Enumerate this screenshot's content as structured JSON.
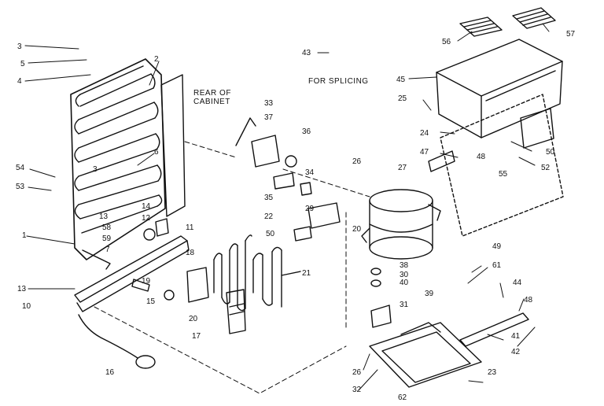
{
  "diagram": {
    "notes": {
      "rear_of_cabinet_line1": "REAR OF",
      "rear_of_cabinet_line2": "CABINET",
      "for_splicing": "FOR SPLICING"
    },
    "callouts": [
      {
        "id": "c3a",
        "label": "3"
      },
      {
        "id": "c5",
        "label": "5"
      },
      {
        "id": "c4",
        "label": "4"
      },
      {
        "id": "c2",
        "label": "2"
      },
      {
        "id": "c6",
        "label": "6"
      },
      {
        "id": "c3b",
        "label": "3"
      },
      {
        "id": "c54",
        "label": "54"
      },
      {
        "id": "c53",
        "label": "53"
      },
      {
        "id": "c14",
        "label": "14"
      },
      {
        "id": "c13a",
        "label": "13"
      },
      {
        "id": "c12",
        "label": "12"
      },
      {
        "id": "c11",
        "label": "11"
      },
      {
        "id": "c1",
        "label": "1"
      },
      {
        "id": "c58",
        "label": "58"
      },
      {
        "id": "c59",
        "label": "59"
      },
      {
        "id": "c7",
        "label": "7"
      },
      {
        "id": "c13b",
        "label": "13"
      },
      {
        "id": "c10",
        "label": "10"
      },
      {
        "id": "c18",
        "label": "18"
      },
      {
        "id": "c19",
        "label": "19"
      },
      {
        "id": "c15",
        "label": "15"
      },
      {
        "id": "c20a",
        "label": "20"
      },
      {
        "id": "c16",
        "label": "16"
      },
      {
        "id": "c17",
        "label": "17"
      },
      {
        "id": "c21",
        "label": "21"
      },
      {
        "id": "c33",
        "label": "33"
      },
      {
        "id": "c37",
        "label": "37"
      },
      {
        "id": "c36",
        "label": "36"
      },
      {
        "id": "c34",
        "label": "34"
      },
      {
        "id": "c35",
        "label": "35"
      },
      {
        "id": "c22",
        "label": "22"
      },
      {
        "id": "c29",
        "label": "29"
      },
      {
        "id": "c50a",
        "label": "50"
      },
      {
        "id": "c43",
        "label": "43"
      },
      {
        "id": "c26a",
        "label": "26"
      },
      {
        "id": "c27",
        "label": "27"
      },
      {
        "id": "c20b",
        "label": "20"
      },
      {
        "id": "c38",
        "label": "38"
      },
      {
        "id": "c30",
        "label": "30"
      },
      {
        "id": "c40",
        "label": "40"
      },
      {
        "id": "c39",
        "label": "39"
      },
      {
        "id": "c31",
        "label": "31"
      },
      {
        "id": "c26b",
        "label": "26"
      },
      {
        "id": "c32",
        "label": "32"
      },
      {
        "id": "c62",
        "label": "62"
      },
      {
        "id": "c23",
        "label": "23"
      },
      {
        "id": "c56",
        "label": "56"
      },
      {
        "id": "c57",
        "label": "57"
      },
      {
        "id": "c45",
        "label": "45"
      },
      {
        "id": "c25",
        "label": "25"
      },
      {
        "id": "c24",
        "label": "24"
      },
      {
        "id": "c47",
        "label": "47"
      },
      {
        "id": "c48a",
        "label": "48"
      },
      {
        "id": "c55",
        "label": "55"
      },
      {
        "id": "c50b",
        "label": "50"
      },
      {
        "id": "c52",
        "label": "52"
      },
      {
        "id": "c49",
        "label": "49"
      },
      {
        "id": "c61",
        "label": "61"
      },
      {
        "id": "c44",
        "label": "44"
      },
      {
        "id": "c48b",
        "label": "48"
      },
      {
        "id": "c41",
        "label": "41"
      },
      {
        "id": "c42",
        "label": "42"
      }
    ]
  }
}
